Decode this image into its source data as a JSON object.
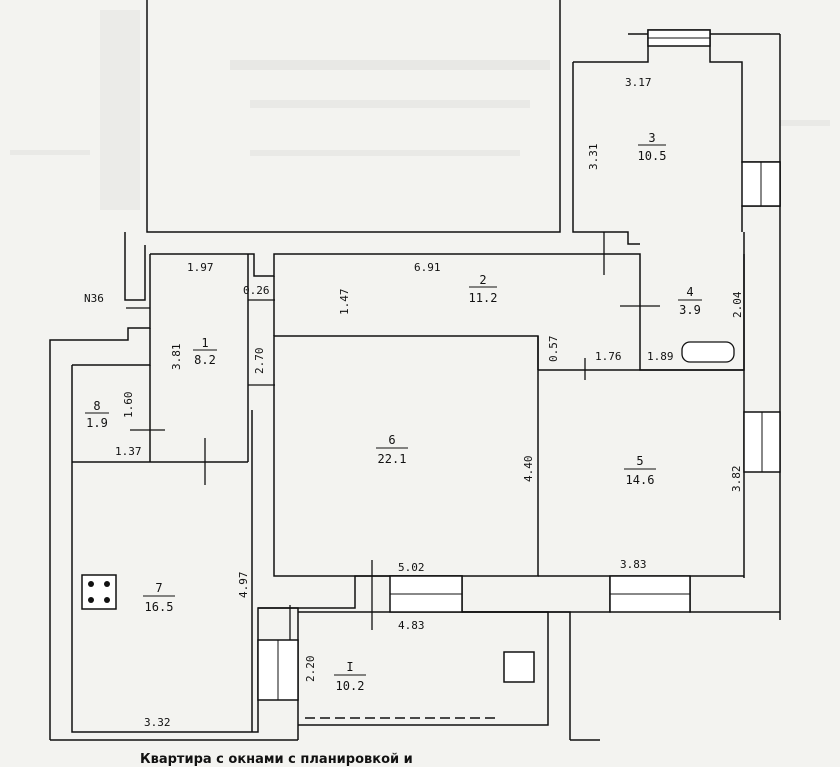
{
  "plan_label": "N36",
  "rooms": [
    {
      "num": "1",
      "area": "8.2"
    },
    {
      "num": "2",
      "area": "11.2"
    },
    {
      "num": "3",
      "area": "10.5"
    },
    {
      "num": "4",
      "area": "3.9"
    },
    {
      "num": "5",
      "area": "14.6"
    },
    {
      "num": "6",
      "area": "22.1"
    },
    {
      "num": "7",
      "area": "16.5"
    },
    {
      "num": "8",
      "area": "1.9"
    },
    {
      "num": "I",
      "area": "10.2"
    }
  ],
  "dimensions": [
    "3.17",
    "3.31",
    "1.97",
    "6.91",
    "0.26",
    "1.47",
    "3.81",
    "2.70",
    "2.04",
    "0.57",
    "1.76",
    "1.89",
    "1.60",
    "1.37",
    "4.40",
    "3.82",
    "5.02",
    "3.83",
    "4.97",
    "4.83",
    "2.20",
    "3.32"
  ],
  "caption": "Квартира с окнами с планировкой и"
}
